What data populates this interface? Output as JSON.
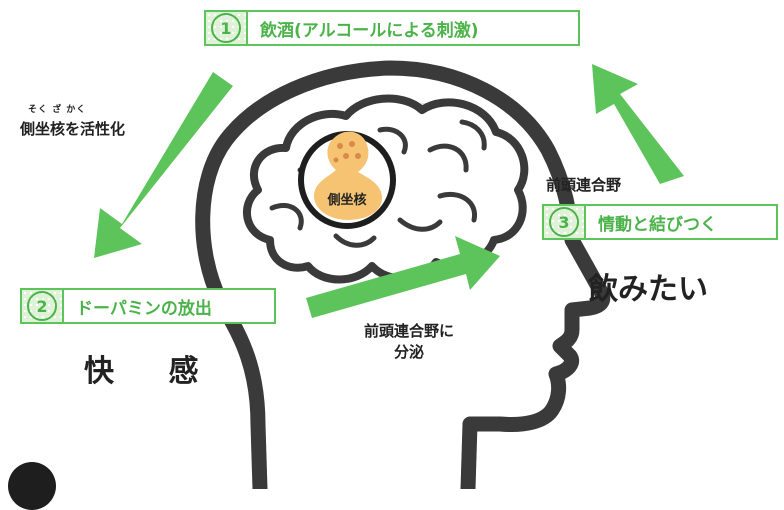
{
  "steps": [
    {
      "num": "1",
      "label": "飲酒(アルコールによる刺激)"
    },
    {
      "num": "2",
      "label": "ドーパミンの放出"
    },
    {
      "num": "3",
      "label": "情動と結びつく"
    }
  ],
  "annotations": {
    "ruby": "そく ざ かく",
    "nucleus_activation": "側坐核を活性化",
    "prefrontal_top": "前頭連合野",
    "secreted_line1": "前頭連合野に",
    "secreted_line2": "分泌",
    "bulb_label": "側坐核",
    "want_to_drink": "飲みたい",
    "pleasure": "快 感"
  },
  "colors": {
    "accent_green": "#5cc45a",
    "light_green": "#dff2d8",
    "outline": "#3a3a3a",
    "nucleus_orange": "#f6c372"
  }
}
